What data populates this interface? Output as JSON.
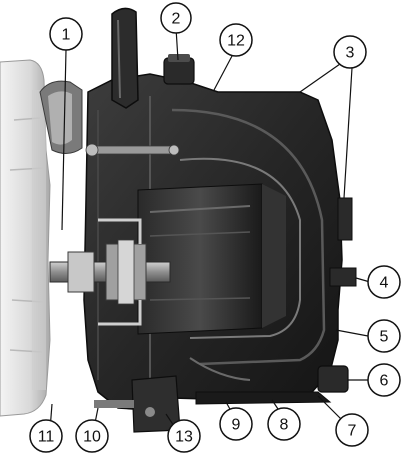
{
  "diagram": {
    "callouts": [
      {
        "id": 1,
        "label": "1"
      },
      {
        "id": 2,
        "label": "2"
      },
      {
        "id": 3,
        "label": "3"
      },
      {
        "id": 4,
        "label": "4"
      },
      {
        "id": 5,
        "label": "5"
      },
      {
        "id": 6,
        "label": "6"
      },
      {
        "id": 7,
        "label": "7"
      },
      {
        "id": 8,
        "label": "8"
      },
      {
        "id": 9,
        "label": "9"
      },
      {
        "id": 10,
        "label": "10"
      },
      {
        "id": 11,
        "label": "11"
      },
      {
        "id": 12,
        "label": "12"
      },
      {
        "id": 13,
        "label": "13"
      }
    ]
  },
  "colors": {
    "housing_dark": "#1c1c1c",
    "housing_mid": "#3a3a3a",
    "highlight": "#8a8a8a",
    "motor_flange": "#e6e6e6",
    "metal": "#b5b5b5",
    "callout_stroke": "#111111",
    "callout_fill": "#ffffff"
  }
}
